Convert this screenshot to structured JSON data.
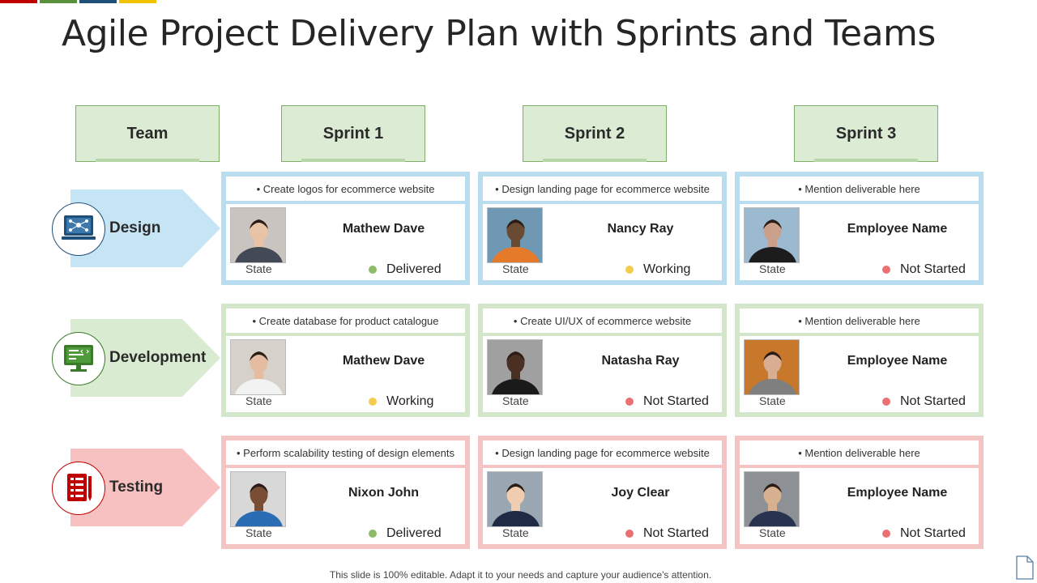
{
  "title": "Agile Project Delivery Plan with Sprints and Teams",
  "top_bar_colors": [
    "#c00000",
    "#5a8f3c",
    "#1f4e79",
    "#f2c200"
  ],
  "headers": {
    "team": "Team",
    "sprint1": "Sprint 1",
    "sprint2": "Sprint 2",
    "sprint3": "Sprint 3"
  },
  "state_label": "State",
  "colors": {
    "design_light": "#c5e5f4",
    "design_border": "#b9dcee",
    "dev_light": "#d9ebd1",
    "dev_border": "#d3e6c9",
    "test_light": "#f8c1c1",
    "test_border": "#f4c3c3",
    "icon_design": "#1f4e79",
    "icon_dev": "#3b7a2a",
    "icon_test": "#c00000",
    "status_delivered": "#8cbc6a",
    "status_working": "#f2cc4d",
    "status_not_started": "#ec7070"
  },
  "rows": [
    {
      "team": "Design",
      "icon": "computer-network-icon",
      "cards": [
        {
          "deliverable": "Create logos for ecommerce website",
          "name": "Mathew Dave",
          "status": "Delivered"
        },
        {
          "deliverable": "Design landing page for ecommerce website",
          "name": "Nancy Ray",
          "status": "Working"
        },
        {
          "deliverable": "Mention deliverable  here",
          "name": "Employee Name",
          "status": "Not Started"
        }
      ]
    },
    {
      "team": "Development",
      "icon": "code-monitor-icon",
      "cards": [
        {
          "deliverable": "Create database for product catalogue",
          "name": "Mathew Dave",
          "status": "Working"
        },
        {
          "deliverable": "Create UI/UX  of ecommerce website",
          "name": "Natasha Ray",
          "status": "Not Started"
        },
        {
          "deliverable": "Mention deliverable  here",
          "name": "Employee Name",
          "status": "Not Started"
        }
      ]
    },
    {
      "team": "Testing",
      "icon": "test-checklist-icon",
      "cards": [
        {
          "deliverable": "Perform scalability testing of design elements",
          "name": "Nixon John",
          "status": "Delivered"
        },
        {
          "deliverable": "Design landing page for ecommerce website",
          "name": "Joy Clear",
          "status": "Not Started"
        },
        {
          "deliverable": "Mention deliverable  here",
          "name": "Employee Name",
          "status": "Not Started"
        }
      ]
    }
  ],
  "footer": "This slide is 100% editable. Adapt it to your needs and capture your audience's attention."
}
